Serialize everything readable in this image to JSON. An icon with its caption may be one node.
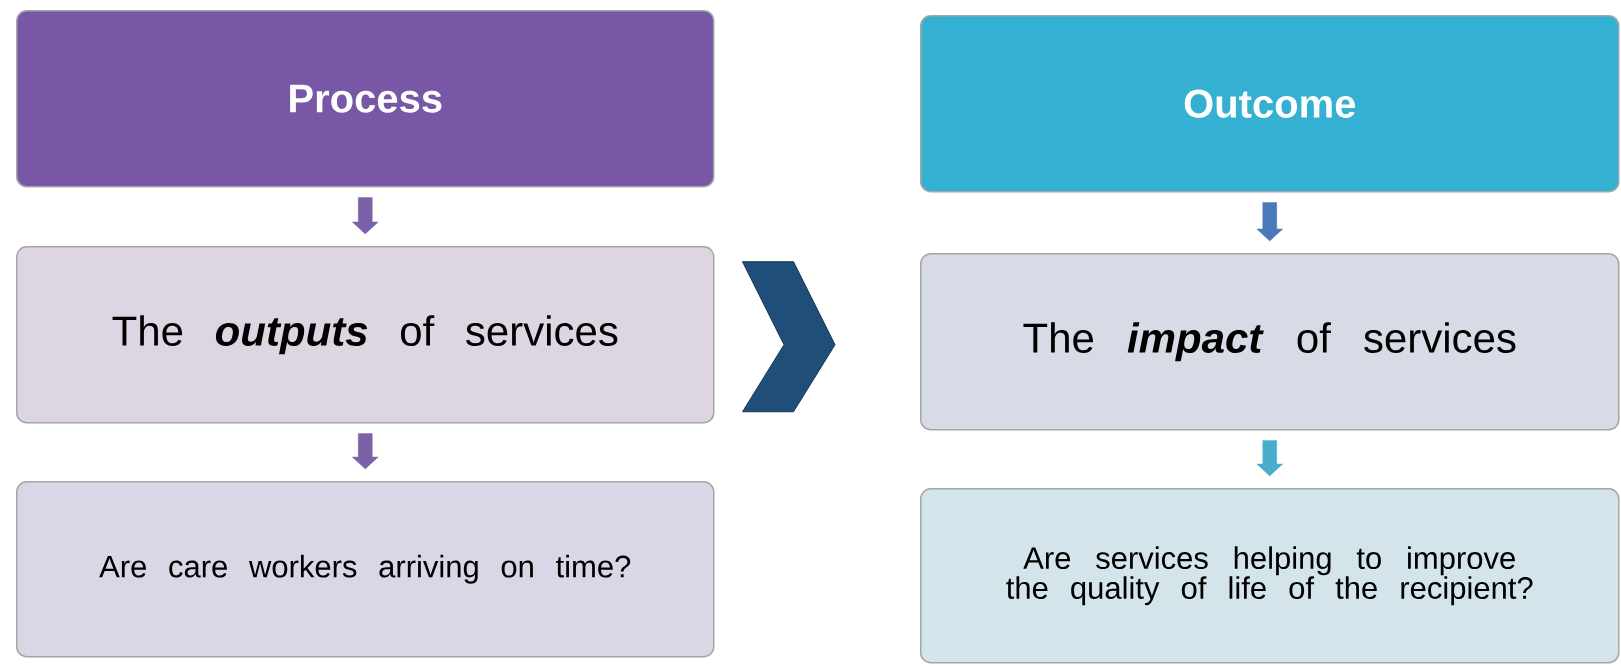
{
  "diagram": {
    "nodes": [
      {
        "text": [
          "Process"
        ]
      },
      {
        "text": [
          "The **outputs** of services"
        ]
      },
      {
        "text": [
          "Are care workers arriving on time?"
        ]
      },
      {
        "text": [
          "Outcome"
        ]
      },
      {
        "text": [
          "The **impact** of services"
        ]
      },
      {
        "text": [
          "Are services helping to improve the quality of life of the recipient?"
        ]
      }
    ],
    "edges": [
      {
        "from": 0,
        "to": 1,
        "arrow": "to",
        "color": "#7b62a8"
      },
      {
        "from": 1,
        "to": 2,
        "arrow": "to",
        "color": "#7b62a8"
      },
      {
        "from": 3,
        "to": 4,
        "arrow": "to",
        "color": "#4a78b8"
      },
      {
        "from": 4,
        "to": 5,
        "arrow": "to",
        "color": "#4aaecb"
      },
      {
        "from": 1,
        "to": 4,
        "arrow": "to",
        "style": "thick",
        "color": "#1f4e79"
      }
    ]
  }
}
